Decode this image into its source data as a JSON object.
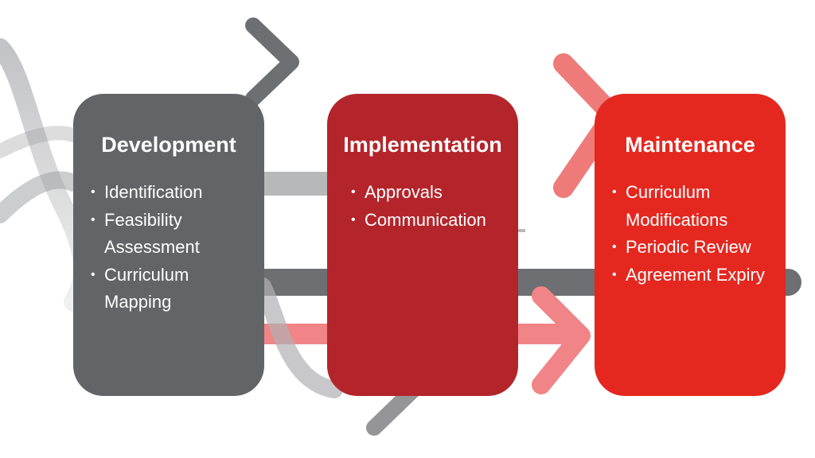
{
  "colors": {
    "development": "#636468",
    "implementation": "#b4252b",
    "maintenance": "#e42820",
    "arrow_gray": "#8c8d90",
    "arrow_red": "#ef7a7a"
  },
  "stages": [
    {
      "title": "Development",
      "items": [
        "Identification",
        "Feasibility Assessment",
        "Curriculum Mapping"
      ]
    },
    {
      "title": "Implementation",
      "items": [
        "Approvals",
        "Communication"
      ]
    },
    {
      "title": "Maintenance",
      "items": [
        "Curriculum Modifications",
        "Periodic Review",
        "Agreement Expiry"
      ]
    }
  ]
}
